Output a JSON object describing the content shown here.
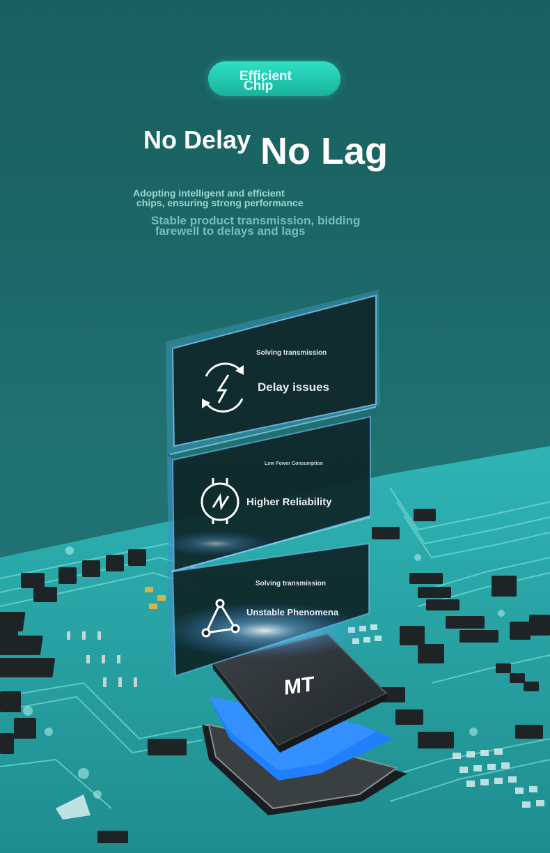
{
  "badge": {
    "line1": "Efficient",
    "line2": "Chip"
  },
  "title": {
    "part1": "No Delay",
    "part2": "No Lag"
  },
  "description": {
    "line1": "Adopting intelligent and efficient",
    "line2": "chips, ensuring strong performance",
    "line3": "Stable product transmission, bidding",
    "line4": "farewell to delays and lags"
  },
  "panels": [
    {
      "caption": "Solving transmission",
      "label": "Delay issues",
      "icon": "lightning-cycle-icon"
    },
    {
      "caption": "Low Power Consumption",
      "label": "Higher Reliability",
      "icon": "power-plug-icon"
    },
    {
      "caption": "Solving transmission",
      "label": "Unstable Phenomena",
      "icon": "triangle-network-icon"
    }
  ],
  "chip": {
    "label": "MT"
  },
  "colors": {
    "accent": "#2ee0c4",
    "board": "#2aa9aa",
    "panel": "#0f2a2c",
    "chip_blue": "#1f7fff"
  }
}
